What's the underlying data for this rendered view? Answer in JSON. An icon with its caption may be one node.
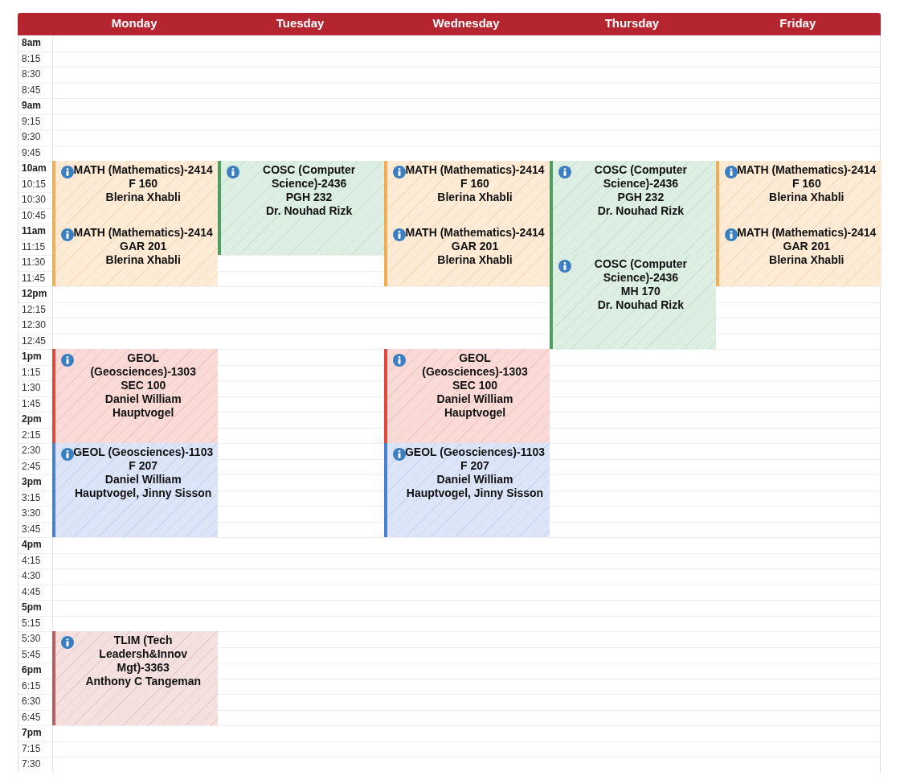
{
  "diagram": {
    "nodes": [
      {
        "text": [
          "MATH (Mathematics)-2414",
          "F 160",
          "Blerina Xhabli"
        ]
      },
      {
        "text": [
          "COSC (Computer Science)-2436",
          "PGH 232",
          "Dr. Nouhad Rizk"
        ]
      },
      {
        "text": [
          "MATH (Mathematics)-2414",
          "F 160",
          "Blerina Xhabli"
        ]
      },
      {
        "text": [
          "COSC (Computer Science)-2436",
          "PGH 232",
          "Dr. Nouhad Rizk"
        ]
      },
      {
        "text": [
          "MATH (Mathematics)-2414",
          "F 160",
          "Blerina Xhabli"
        ]
      },
      {
        "text": [
          "MATH (Mathematics)-2414",
          "GAR 201",
          "Blerina Xhabli"
        ]
      },
      {
        "text": [
          "MATH (Mathematics)-2414",
          "GAR 201",
          "Blerina Xhabli"
        ]
      },
      {
        "text": [
          "MATH (Mathematics)-2414",
          "GAR 201",
          "Blerina Xhabli"
        ]
      },
      {
        "text": [
          "COSC (Computer Science)-2436",
          "MH 170",
          "Dr. Nouhad Rizk"
        ]
      },
      {
        "text": [
          "GEOL (Geosciences)-1303",
          "SEC 100",
          "Daniel William Hauptvogel"
        ]
      },
      {
        "text": [
          "GEOL (Geosciences)-1303",
          "SEC 100",
          "Daniel William Hauptvogel"
        ]
      },
      {
        "text": [
          "GEOL (Geosciences)-1103",
          "F 207",
          "Daniel William Hauptvogel, Jinny Sisson"
        ]
      },
      {
        "text": [
          "GEOL (Geosciences)-1103",
          "F 207",
          "Daniel William Hauptvogel, Jinny Sisson"
        ]
      },
      {
        "text": [
          "TLIM (Tech Leadersh&Innov Mgt)-3363",
          "Anthony C Tangeman"
        ]
      }
    ],
    "labels": [
      "Monday",
      "Tuesday",
      "Wednesday",
      "Thursday",
      "Friday",
      "8am",
      "8:15",
      "8:30",
      "8:45",
      "9am",
      "9:15",
      "9:30",
      "9:45",
      "10am",
      "10:15",
      "10:30",
      "10:45",
      "11am",
      "11:15",
      "11:30",
      "11:45",
      "12pm",
      "12:15",
      "12:30",
      "12:45",
      "1pm",
      "1:15",
      "1:30",
      "1:45",
      "2pm",
      "2:15",
      "2:30",
      "2:45",
      "3pm",
      "3:15",
      "3:30",
      "3:45",
      "4pm",
      "4:15",
      "4:30",
      "4:45",
      "5pm",
      "5:15",
      "5:30",
      "5:45",
      "6pm",
      "6:15",
      "6:30",
      "6:45",
      "7pm",
      "7:15",
      "7:30"
    ]
  }
}
